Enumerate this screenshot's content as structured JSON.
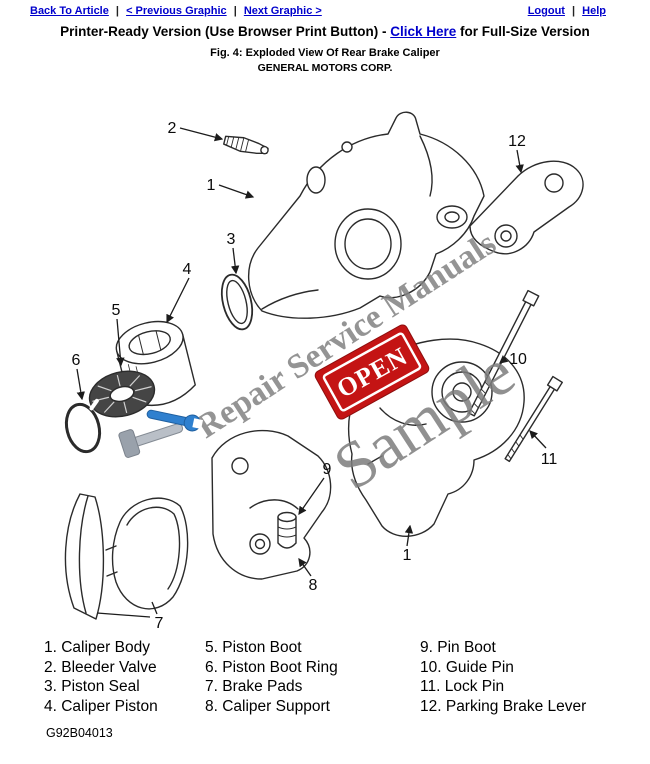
{
  "nav": {
    "back_to_article": "Back To Article",
    "previous_graphic": "< Previous Graphic",
    "next_graphic": "Next Graphic >",
    "logout": "Logout",
    "help": "Help",
    "separator": "|"
  },
  "header": {
    "title_prefix": "Printer-Ready Version (Use Browser Print Button) - ",
    "title_link": "Click Here",
    "title_suffix": " for Full-Size Version",
    "figure_caption": "Fig. 4: Exploded View Of Rear Brake Caliper",
    "company": "GENERAL MOTORS CORP."
  },
  "diagram": {
    "watermark_text": "Repair Service Manuals",
    "watermark_sample": "Sample",
    "open_sign": "OPEN",
    "callouts": {
      "c1a": "1",
      "c1b": "1",
      "c2": "2",
      "c3": "3",
      "c4": "4",
      "c5": "5",
      "c6": "6",
      "c7": "7",
      "c8": "8",
      "c9": "9",
      "c10": "10",
      "c11": "11",
      "c12": "12"
    }
  },
  "legend": {
    "columns": [
      [
        "1. Caliper Body",
        "2. Bleeder Valve",
        "3. Piston Seal",
        "4. Caliper Piston"
      ],
      [
        "5. Piston Boot",
        "6. Piston Boot Ring",
        "7. Brake Pads",
        "8. Caliper Support"
      ],
      [
        "9. Pin Boot",
        "10. Guide Pin",
        "11. Lock Pin",
        "12. Parking Brake Lever"
      ]
    ]
  },
  "footer": {
    "code": "G92B04013"
  },
  "colors": {
    "link": "#0000cc",
    "watermark_gray": "#828282",
    "open_sign_red": "#c41414",
    "wrench_blue": "#2f80cf"
  }
}
